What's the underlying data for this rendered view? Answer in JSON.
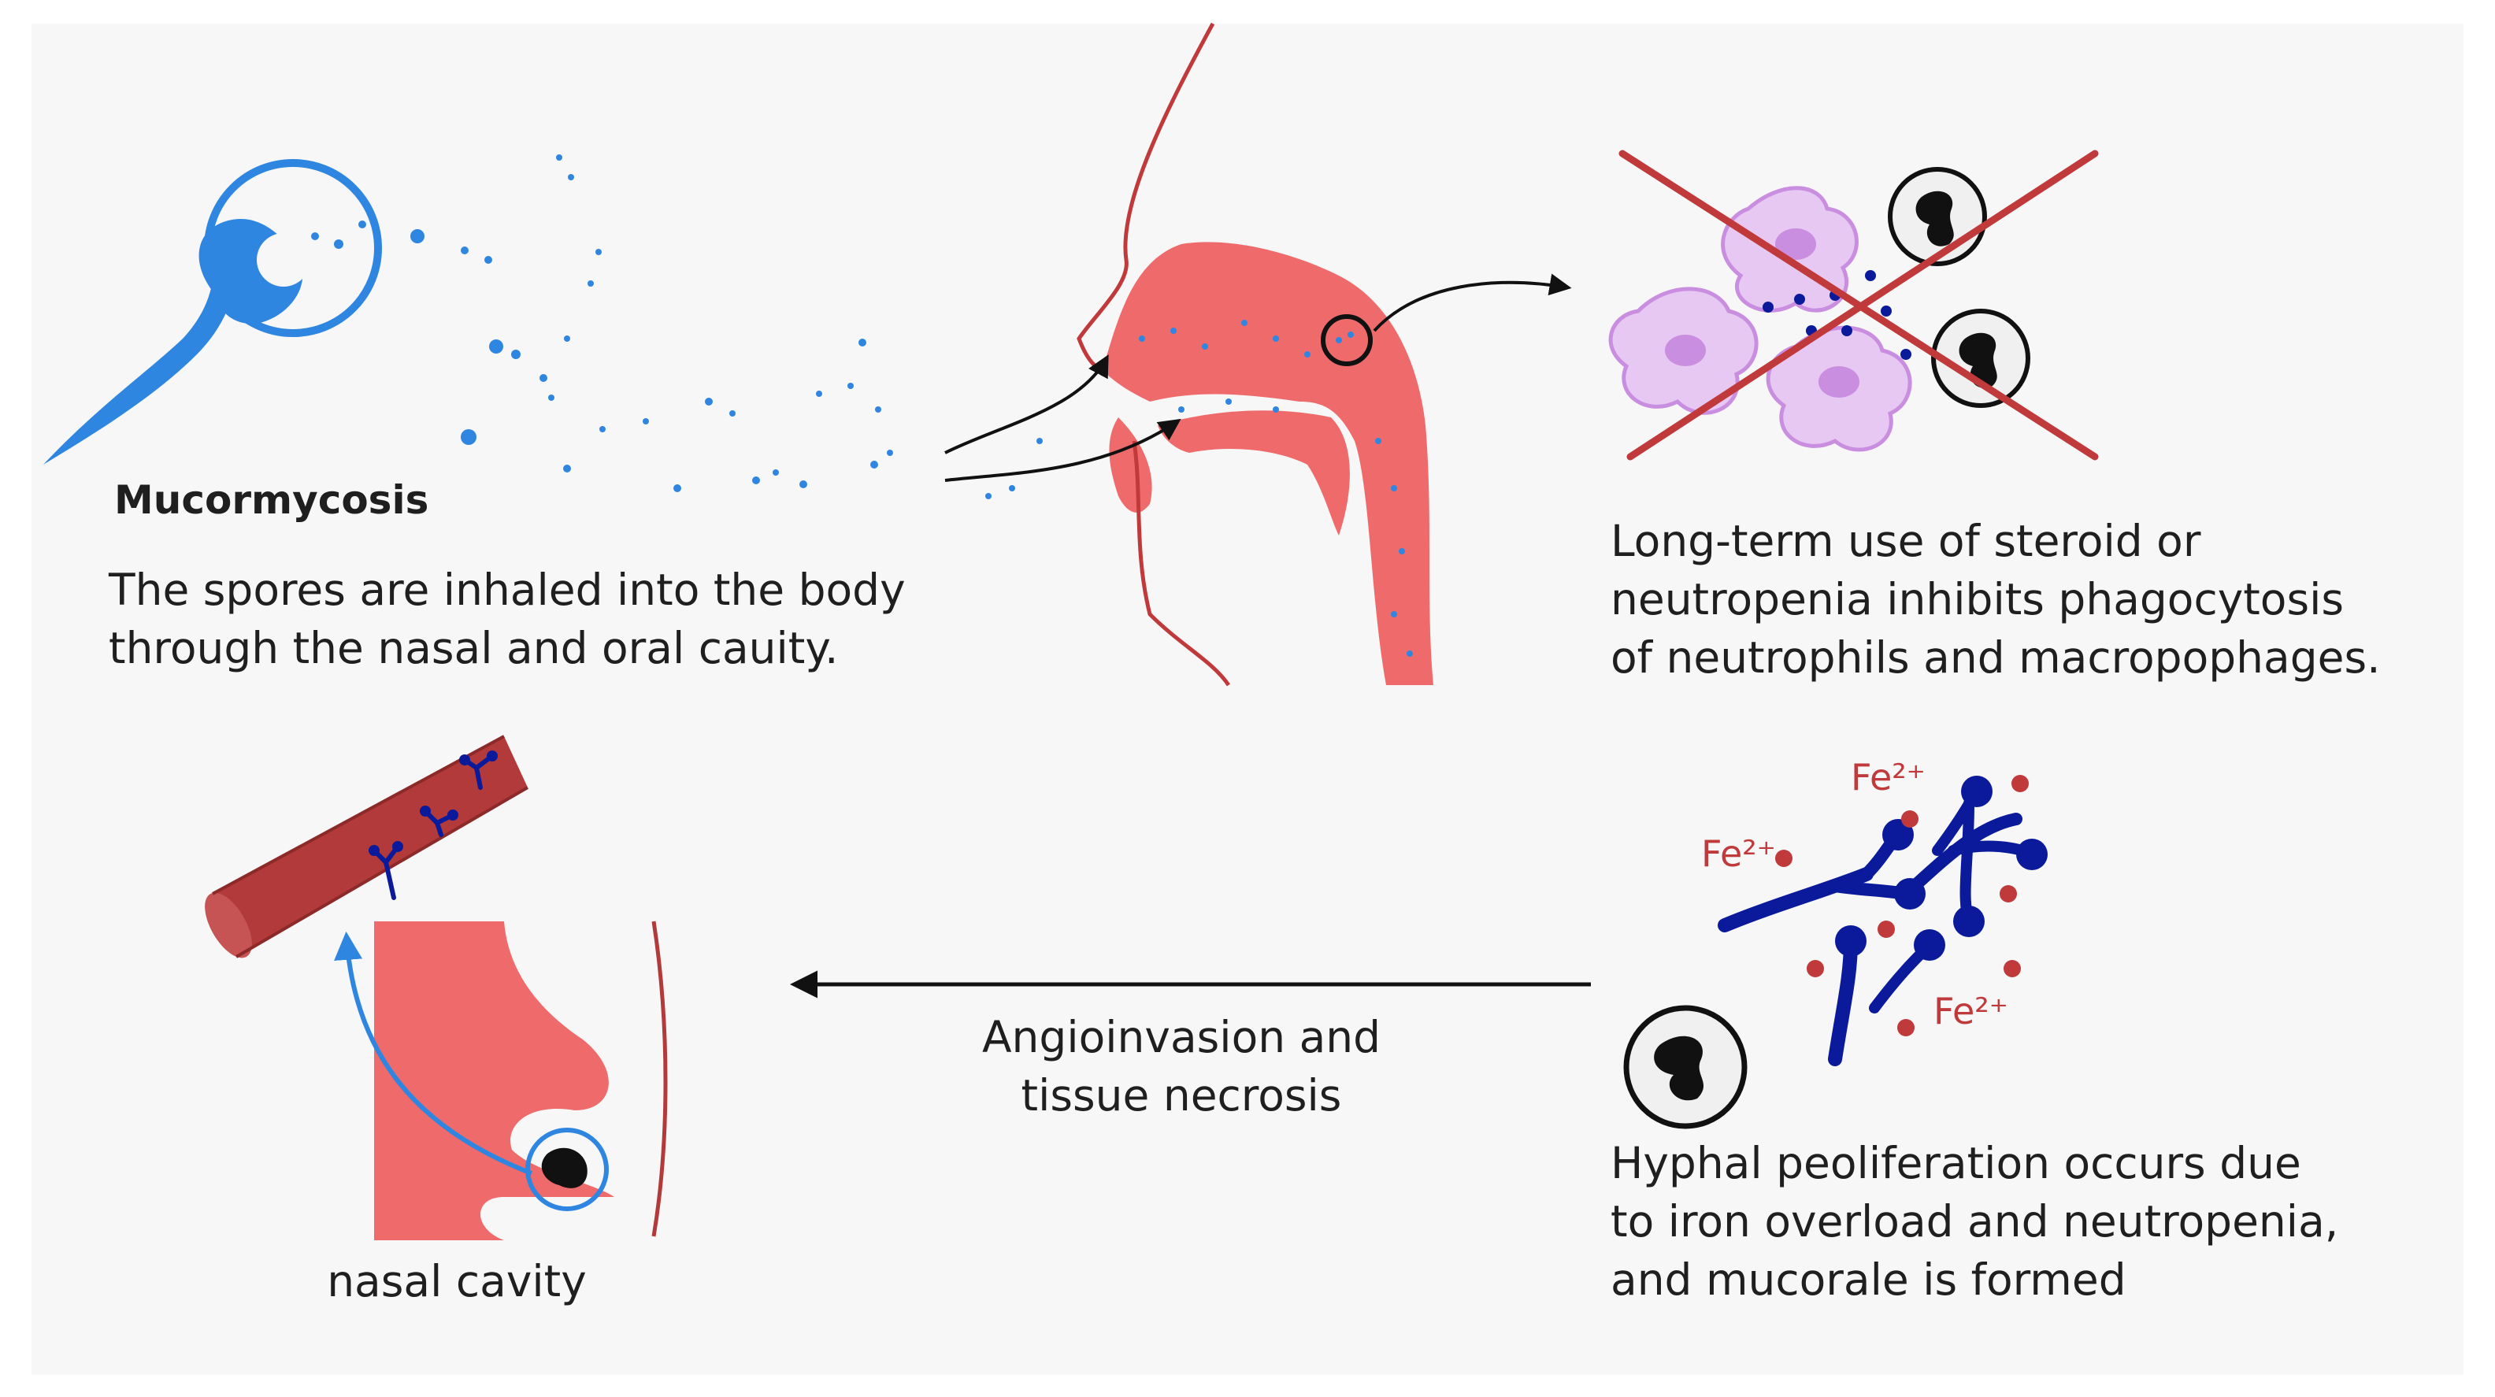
{
  "panels": {
    "inhalation": {
      "title": "Mucormycosis",
      "text": "The spores are inhaled into the body\nthrough the nasal and oral cauity."
    },
    "immunity": {
      "text": "Long-term use of steroid or\nneutropenia inhibits phagocytosis\nof neutrophils and macropophages."
    },
    "proliferation": {
      "text": "Hyphal peoliferation occurs due\nto iron overload and neutropenia,\nand mucorale is formed",
      "iron_label": "Fe²⁺"
    },
    "invasion": {
      "arrow_label": "Angioinvasion and\ntissue necrosis"
    },
    "nasal": {
      "label": "nasal cavity"
    }
  },
  "colors": {
    "spore_blue": "#2f86e0",
    "tissue_pink": "#ef6b6b",
    "vessel_red": "#b23a3a",
    "cross_red": "#c0393b",
    "hyphae_navy": "#0a1a9a",
    "macrophage_purple": "#c98ee0",
    "iron_red": "#c0393b"
  }
}
